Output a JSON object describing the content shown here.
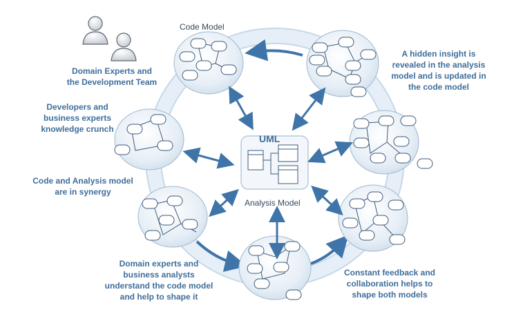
{
  "diagram": {
    "code_model_label": "Code Model",
    "analysis_model_label": "Analysis Model",
    "uml_label": "UML",
    "captions": {
      "team": [
        "Domain Experts and",
        "the Development Team"
      ],
      "crunch": [
        "Developers and",
        "business experts",
        "knowledge crunch"
      ],
      "synergy": [
        "Code and Analysis model",
        "are in synergy"
      ],
      "shape": [
        "Domain experts and",
        "business analysts",
        "understand the code model",
        "and help to shape it"
      ],
      "insight": [
        "A hidden insight is",
        "revealed in the analysis",
        "model and is updated in",
        "the code model"
      ],
      "feedback": [
        "Constant feedback and",
        "collaboration helps to",
        "shape both models"
      ]
    },
    "colors": {
      "caption": "#3e6d9c",
      "arrow": "#3f74a8",
      "ring": "#dfeaf3",
      "cluster_fill": "#e4edf5",
      "node_stroke": "#3d5a78"
    },
    "icons": [
      "people-icon",
      "uml-diagram-icon"
    ]
  }
}
